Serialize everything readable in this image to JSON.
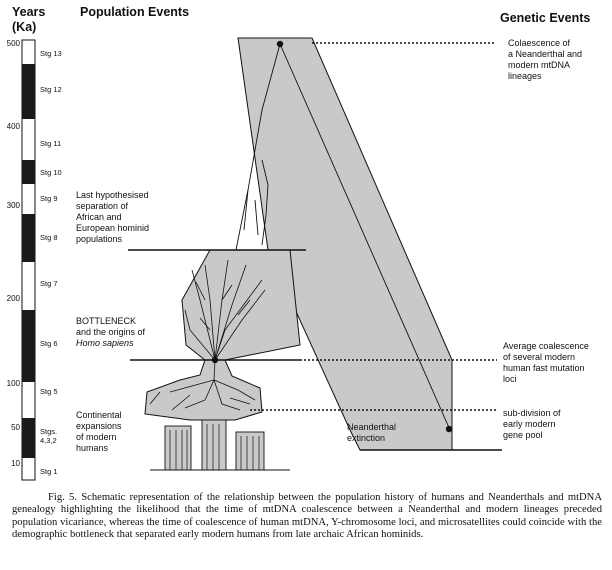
{
  "headers": {
    "years": "Years",
    "ka": "(Ka)",
    "population": "Population Events",
    "genetic": "Genetic Events"
  },
  "ticks": [
    "500",
    "400",
    "300",
    "200",
    "100",
    "50",
    "10"
  ],
  "stages": [
    {
      "lines": [
        "Stg 13"
      ]
    },
    {
      "lines": [
        "Stg 12"
      ]
    },
    {
      "lines": [
        "Stg 11"
      ]
    },
    {
      "lines": [
        "Stg 10"
      ]
    },
    {
      "lines": [
        "Stg 9"
      ]
    },
    {
      "lines": [
        "Stg 8"
      ]
    },
    {
      "lines": [
        "Stg 7"
      ]
    },
    {
      "lines": [
        "Stg 6"
      ]
    },
    {
      "lines": [
        "Stg 5"
      ]
    },
    {
      "lines": [
        "Stgs.",
        "4,3,2"
      ]
    },
    {
      "lines": [
        "Stg 1"
      ]
    }
  ],
  "population_events": {
    "separation": [
      "Last hypothesised",
      "separation of",
      "African and",
      "European hominid",
      "populations"
    ],
    "bottleneck": [
      "BOTTLENECK",
      "and the origins of"
    ],
    "homo": "Homo sapiens",
    "continental": [
      "Continental",
      "expansions",
      "of modern",
      "humans"
    ]
  },
  "genetic_events": {
    "coalescence": [
      "Colaescence of",
      "a Neanderthal and",
      "modern mtDNA",
      "lineages"
    ],
    "average": [
      "Average coalescence",
      "of several modern",
      "human fast mutation",
      "loci"
    ],
    "subdivision": [
      "sub-division of",
      "early modern",
      "gene pool"
    ],
    "extinction": [
      "Neanderthal",
      "extinction"
    ]
  },
  "caption": "Fig. 5.   Schematic representation of the relationship between the population history of humans and Neanderthals and mtDNA genealogy highlighting the likelihood that the time of mtDNA coalescence between a Neanderthal and modern lineages preceded population vicariance, whereas the time of coalescence of human mtDNA, Y-chromosome loci, and microsatellites could coincide with the demographic bottleneck that separated early modern humans from late archaic African hominids.",
  "colors": {
    "fill": "#c9c9c9",
    "dark": "#111111",
    "bar_dark": "#1a1a1a"
  }
}
